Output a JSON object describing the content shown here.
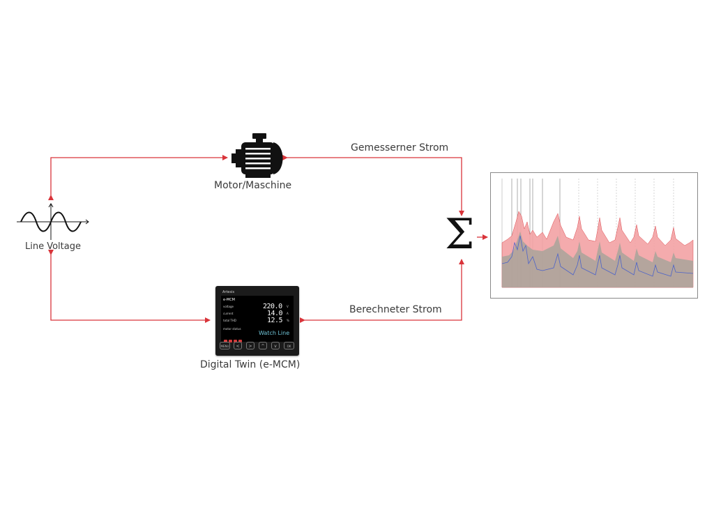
{
  "labels": {
    "line_voltage": "Line Voltage",
    "motor": "Motor/Maschine",
    "digital_twin": "Digital Twin (e-MCM)",
    "measured_current": "Gemesserner Strom",
    "calculated_current": "Berechneter Strom"
  },
  "summation_symbol": "Σ",
  "colors": {
    "arrow": "#d9343a",
    "spectrum_measured": "#f3a3a5",
    "spectrum_calculated": "#a8a39a",
    "spectrum_line": "#4c63c9"
  },
  "device": {
    "brand": "Artesis",
    "model": "e-MCM",
    "rows": [
      {
        "label": "voltage",
        "value": "220.0",
        "unit": "V"
      },
      {
        "label": "current",
        "value": "14.0",
        "unit": "A"
      },
      {
        "label": "total THD",
        "value": "12.5",
        "unit": "%"
      },
      {
        "label": "motor status",
        "value": "",
        "unit": ""
      }
    ],
    "status": "Watch Line",
    "keys": [
      "MENU",
      "<",
      ">",
      "^",
      "v",
      "OK"
    ]
  }
}
